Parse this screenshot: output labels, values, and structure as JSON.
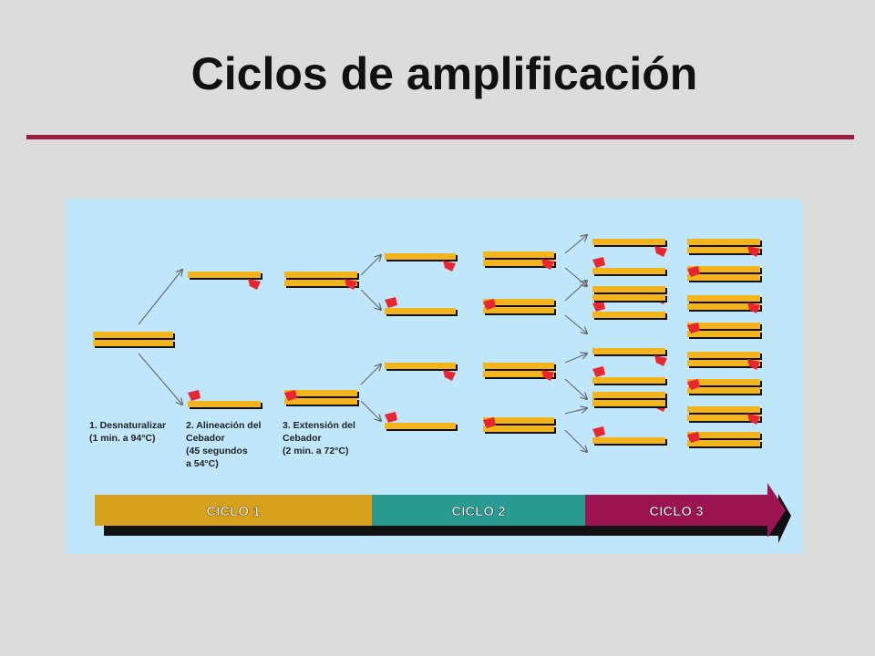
{
  "slide": {
    "title": "Ciclos de amplificación"
  },
  "figure": {
    "steps": [
      {
        "lines": [
          "1. Desnaturalizar",
          "(1 min. a 94°C)"
        ]
      },
      {
        "lines": [
          "2. Alineación del",
          "Cebador",
          "(45 segundos",
          " a 54°C)"
        ]
      },
      {
        "lines": [
          "3. Extensión del",
          "Cebador",
          "(2 min. a 72°C)"
        ]
      }
    ],
    "cycles": [
      {
        "label": "CICLO 1",
        "color": "#d7a11e"
      },
      {
        "label": "CICLO 2",
        "color": "#2a9b93"
      },
      {
        "label": "CICLO 3",
        "color": "#9c1451"
      }
    ],
    "colors": {
      "strand": "#f3b51b",
      "strand_shadow": "#111111",
      "primer": "#e8262f",
      "arrow": "#666666",
      "background": "#bfe6fb"
    }
  }
}
